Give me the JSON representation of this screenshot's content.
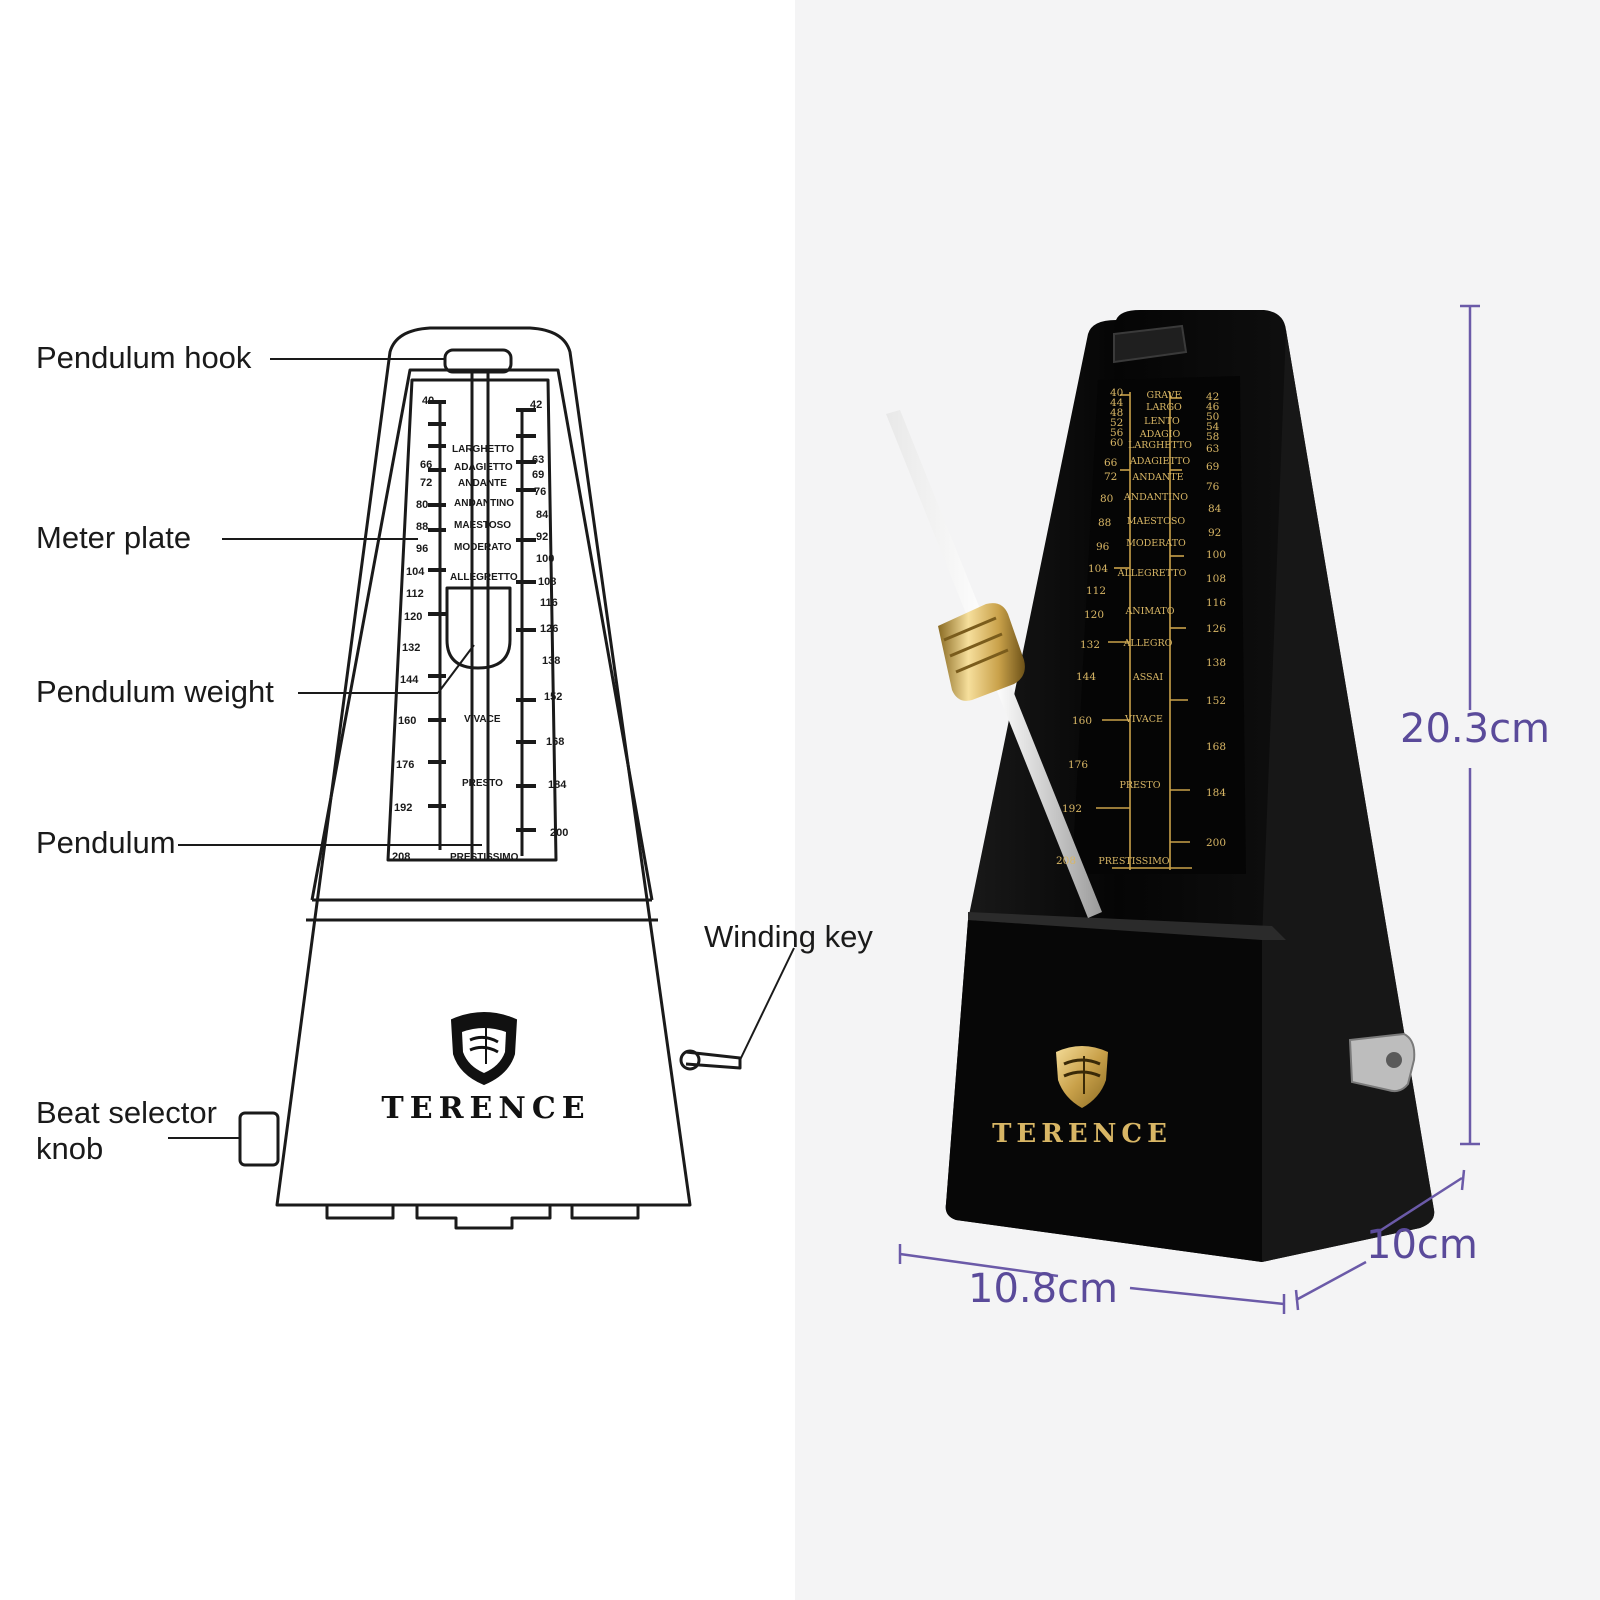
{
  "callouts": {
    "pendulum_hook": "Pendulum hook",
    "meter_plate": "Meter plate",
    "pendulum_weight": "Pendulum weight",
    "pendulum": "Pendulum",
    "winding_key": "Winding key",
    "beat_selector_line1": "Beat selector",
    "beat_selector_line2": "knob"
  },
  "brand": "TERENCE",
  "dimensions": {
    "height": "20.3cm",
    "depth": "10cm",
    "width": "10.8cm"
  },
  "scale": {
    "left_numbers": [
      "40",
      "44",
      "48",
      "52",
      "56",
      "60",
      "66",
      "72",
      "80",
      "88",
      "96",
      "104",
      "112",
      "120",
      "132",
      "144",
      "160",
      "176",
      "192",
      "208"
    ],
    "right_numbers": [
      "42",
      "46",
      "50",
      "54",
      "58",
      "63",
      "69",
      "76",
      "84",
      "92",
      "100",
      "108",
      "116",
      "126",
      "138",
      "152",
      "168",
      "184",
      "200"
    ],
    "tempo_terms": [
      "GRAVE",
      "LARGO",
      "LENTO",
      "ADAGIO",
      "LARGHETTO",
      "ADAGIETTO",
      "ANDANTE",
      "ANDANTINO",
      "MAESTOSO",
      "MODERATO",
      "ALLEGRETTO",
      "ANIMATO",
      "ALLEGRO",
      "ASSAI",
      "VIVACE",
      "PRESTO",
      "PRESTISSIMO"
    ]
  },
  "colors": {
    "dimension_accent": "#5a4a9a",
    "gold": "#c9a14a",
    "body_black": "#0a0a0a",
    "line_art": "#1a1a1a"
  }
}
